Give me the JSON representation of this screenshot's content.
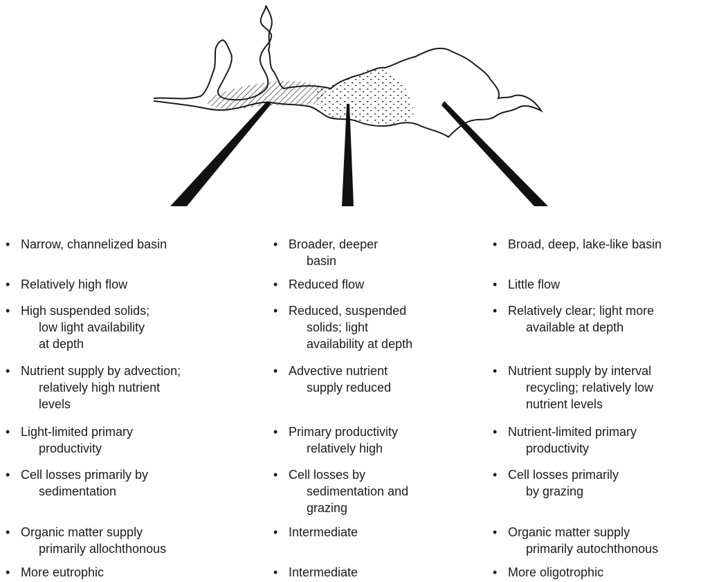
{
  "figure": {
    "shapes": [
      "estuary-outline",
      "hatched-riverine-zone",
      "stippled-transition-zone",
      "pointer-riverine",
      "pointer-transition",
      "pointer-lacustrine"
    ]
  },
  "columns": [
    {
      "items": [
        "Narrow, channelized basin",
        "Relatively high flow",
        "High suspended solids;\nlow light availability\nat depth",
        "Nutrient supply by advection;\nrelatively high nutrient\nlevels",
        "Light-limited primary\nproductivity",
        "Cell losses primarily by\nsedimentation",
        "Organic matter supply\nprimarily allochthonous",
        "More eutrophic"
      ]
    },
    {
      "items": [
        "Broader, deeper\nbasin",
        "Reduced flow",
        "Reduced, suspended\nsolids; light\navailability at depth",
        "Advective nutrient\nsupply reduced",
        "Primary productivity\nrelatively high",
        "Cell losses by\nsedimentation and\ngrazing",
        "Intermediate",
        "Intermediate"
      ]
    },
    {
      "items": [
        "Broad, deep, lake-like basin",
        "Little flow",
        "Relatively clear; light more\navailable at depth",
        "Nutrient supply by interval\nrecycling; relatively low\nnutrient levels",
        "Nutrient-limited primary\nproductivity",
        "Cell losses primarily\nby grazing",
        "Organic matter supply\nprimarily autochthonous",
        "More oligotrophic"
      ]
    }
  ]
}
